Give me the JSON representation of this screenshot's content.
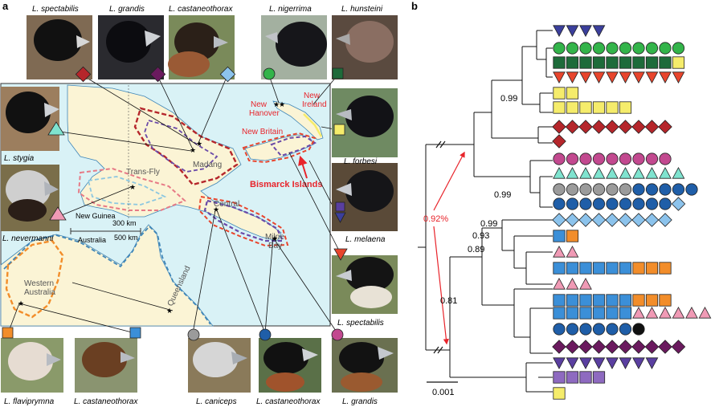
{
  "panel_labels": {
    "a": "a",
    "b": "b"
  },
  "colors": {
    "sea": "#d9f2f6",
    "land": "#fbf4d5",
    "coast": "#3f86b8",
    "red_text": "#e8242b",
    "navy": "#3b3f9c",
    "green": "#33b44a",
    "darkgreen": "#1e6b3a",
    "red": "#e8452d",
    "yellow": "#f5ec6b",
    "darkred": "#b5262b",
    "magenta": "#c2498f",
    "mint": "#7fe3cf",
    "grey": "#9b9b9b",
    "blue": "#1f5ea8",
    "lightblue": "#8cc3ec",
    "midblue": "#3b8fd8",
    "orange": "#f28d2a",
    "pink": "#f09ab5",
    "black": "#111111",
    "purple_dark": "#6a1a5e",
    "violet": "#5a3fa0",
    "lavender": "#8e6ac0"
  },
  "species": {
    "spectabilis_top": "L. spectabilis",
    "grandis_top": "L. grandis",
    "castaneothorax_top": "L. castaneothorax",
    "nigerrima": "L. nigerrima",
    "hunsteini": "L. hunsteini",
    "stygia": "L. stygia",
    "forbesi": "L. forbesi",
    "nevermanni": "L. nevermanni",
    "melaena": "L. melaena",
    "spectabilis_right": "L. spectabilis",
    "flaviprymna": "L. flaviprymna",
    "castaneothorax_bottom": "L. castaneothorax",
    "caniceps": "L. caniceps",
    "castaneothorax_bottom2": "L. castaneothorax",
    "grandis_bottom": "L. grandis"
  },
  "map_labels": {
    "new_hanover": "New\nHanover",
    "new_ireland": "New\nIreland",
    "new_britain": "New Britain",
    "bismarck": "Bismarck Islands",
    "madang": "Madang",
    "trans_fly": "Trans-Fly",
    "central": "Central",
    "milne_bay": "Milne\nBay",
    "western_australia": "Western\nAustralia",
    "queensland": "Queensland",
    "new_guinea": "New Guinea",
    "australia": "Australia",
    "scale_300": "300 km",
    "scale_500": "500 km"
  },
  "tree": {
    "support": [
      "0.99",
      "0.99",
      "0.99",
      "0.93",
      "0.89",
      "0.81"
    ],
    "divergence": "0.92%",
    "scale": "0.001"
  }
}
